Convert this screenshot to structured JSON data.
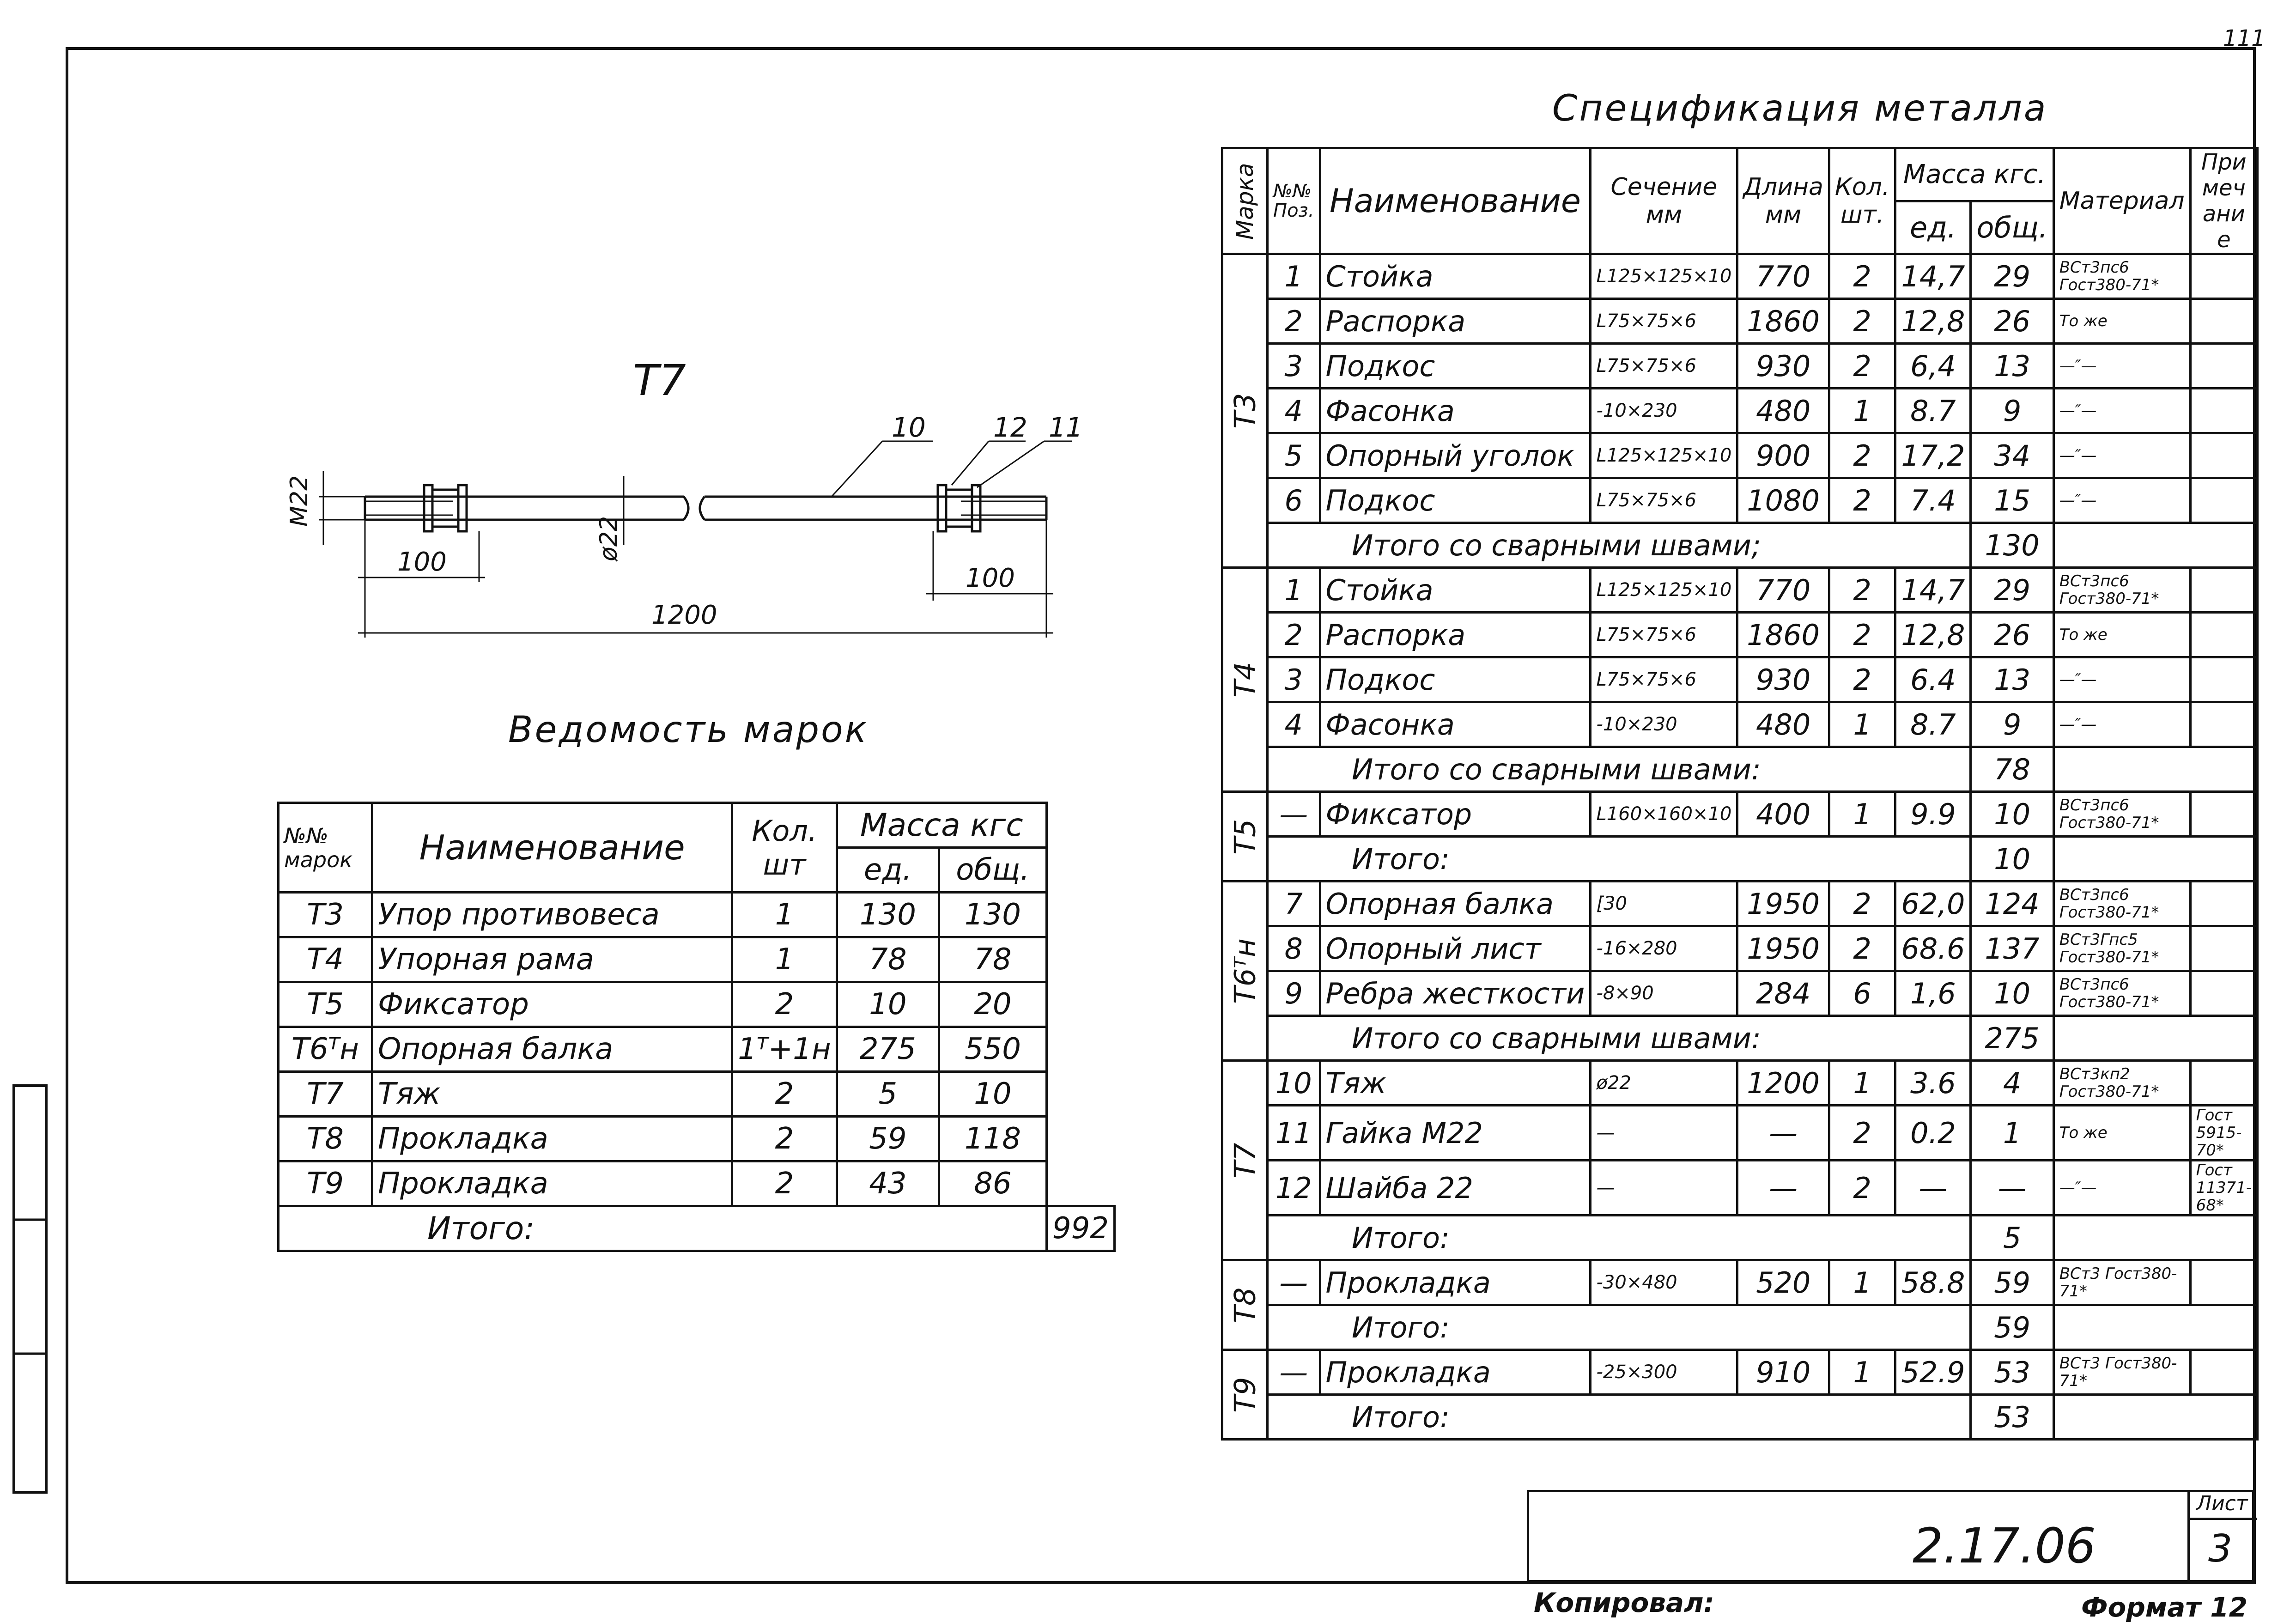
{
  "page_number": "111",
  "drawing": {
    "title": "T7",
    "callouts": [
      "10",
      "12",
      "11"
    ],
    "dims": {
      "thread": "M22",
      "diameter": "ø22",
      "left_thread_len": "100",
      "right_thread_len": "100",
      "total_len": "1200"
    }
  },
  "vedomost": {
    "title": "Ведомость марок",
    "headers": {
      "mark": "№№ марок",
      "name": "Наименование",
      "qty": "Кол. шт",
      "mass": "Масса кгс",
      "unit": "ед.",
      "total": "общ."
    },
    "rows": [
      {
        "mark": "Т3",
        "name": "Упор противовеса",
        "qty": "1",
        "unit": "130",
        "total": "130"
      },
      {
        "mark": "Т4",
        "name": "Упорная рама",
        "qty": "1",
        "unit": "78",
        "total": "78"
      },
      {
        "mark": "Т5",
        "name": "Фиксатор",
        "qty": "2",
        "unit": "10",
        "total": "20"
      },
      {
        "mark": "Т6ᵀн",
        "name": "Опорная балка",
        "qty": "1ᵀ+1н",
        "unit": "275",
        "total": "550"
      },
      {
        "mark": "Т7",
        "name": "Тяж",
        "qty": "2",
        "unit": "5",
        "total": "10"
      },
      {
        "mark": "Т8",
        "name": "Прокладка",
        "qty": "2",
        "unit": "59",
        "total": "118"
      },
      {
        "mark": "Т9",
        "name": "Прокладка",
        "qty": "2",
        "unit": "43",
        "total": "86"
      }
    ],
    "total_label": "Итого:",
    "total_value": "992"
  },
  "spec": {
    "title": "Спецификация металла",
    "headers": {
      "mark": "Марка",
      "pos": "№№ Поз.",
      "name": "Наименование",
      "section": "Сечение мм",
      "length": "Длина мм",
      "qty": "Кол. шт.",
      "mass": "Масса кгс.",
      "unit": "ед.",
      "total": "общ.",
      "material": "Материал",
      "note": "Примечание"
    },
    "groups": [
      {
        "mark": "Т3",
        "rows": [
          {
            "pos": "1",
            "name": "Стойка",
            "section": "L125×125×10",
            "length": "770",
            "qty": "2",
            "unit": "14,7",
            "total": "29",
            "material": "ВСт3пс6 Гост380-71*",
            "note": ""
          },
          {
            "pos": "2",
            "name": "Распорка",
            "section": "L75×75×6",
            "length": "1860",
            "qty": "2",
            "unit": "12,8",
            "total": "26",
            "material": "То же",
            "note": ""
          },
          {
            "pos": "3",
            "name": "Подкос",
            "section": "L75×75×6",
            "length": "930",
            "qty": "2",
            "unit": "6,4",
            "total": "13",
            "material": "—″—",
            "note": ""
          },
          {
            "pos": "4",
            "name": "Фасонка",
            "section": "-10×230",
            "length": "480",
            "qty": "1",
            "unit": "8.7",
            "total": "9",
            "material": "—″—",
            "note": ""
          },
          {
            "pos": "5",
            "name": "Опорный уголок",
            "section": "L125×125×10",
            "length": "900",
            "qty": "2",
            "unit": "17,2",
            "total": "34",
            "material": "—″—",
            "note": ""
          },
          {
            "pos": "6",
            "name": "Подкос",
            "section": "L75×75×6",
            "length": "1080",
            "qty": "2",
            "unit": "7.4",
            "total": "15",
            "material": "—″—",
            "note": ""
          }
        ],
        "total_label": "Итого со сварными швами;",
        "total_value": "130"
      },
      {
        "mark": "Т4",
        "rows": [
          {
            "pos": "1",
            "name": "Стойка",
            "section": "L125×125×10",
            "length": "770",
            "qty": "2",
            "unit": "14,7",
            "total": "29",
            "material": "ВСт3пс6 Гост380-71*",
            "note": ""
          },
          {
            "pos": "2",
            "name": "Распорка",
            "section": "L75×75×6",
            "length": "1860",
            "qty": "2",
            "unit": "12,8",
            "total": "26",
            "material": "То же",
            "note": ""
          },
          {
            "pos": "3",
            "name": "Подкос",
            "section": "L75×75×6",
            "length": "930",
            "qty": "2",
            "unit": "6.4",
            "total": "13",
            "material": "—″—",
            "note": ""
          },
          {
            "pos": "4",
            "name": "Фасонка",
            "section": "-10×230",
            "length": "480",
            "qty": "1",
            "unit": "8.7",
            "total": "9",
            "material": "—″—",
            "note": ""
          }
        ],
        "total_label": "Итого со сварными швами:",
        "total_value": "78"
      },
      {
        "mark": "Т5",
        "rows": [
          {
            "pos": "—",
            "name": "Фиксатор",
            "section": "L160×160×10",
            "length": "400",
            "qty": "1",
            "unit": "9.9",
            "total": "10",
            "material": "ВСт3пс6 Гост380-71*",
            "note": ""
          }
        ],
        "total_label": "Итого:",
        "total_value": "10"
      },
      {
        "mark": "Т6ᵀн",
        "rows": [
          {
            "pos": "7",
            "name": "Опорная балка",
            "section": "[30",
            "length": "1950",
            "qty": "2",
            "unit": "62,0",
            "total": "124",
            "material": "ВСт3пс6 Гост380-71*",
            "note": ""
          },
          {
            "pos": "8",
            "name": "Опорный лист",
            "section": "-16×280",
            "length": "1950",
            "qty": "2",
            "unit": "68.6",
            "total": "137",
            "material": "ВСт3Гпс5 Гост380-71*",
            "note": ""
          },
          {
            "pos": "9",
            "name": "Ребра жесткости",
            "section": "-8×90",
            "length": "284",
            "qty": "6",
            "unit": "1,6",
            "total": "10",
            "material": "ВСт3пс6 Гост380-71*",
            "note": ""
          }
        ],
        "total_label": "Итого со сварными швами:",
        "total_value": "275"
      },
      {
        "mark": "Т7",
        "rows": [
          {
            "pos": "10",
            "name": "Тяж",
            "section": "ø22",
            "length": "1200",
            "qty": "1",
            "unit": "3.6",
            "total": "4",
            "material": "ВСт3кп2 Гост380-71*",
            "note": ""
          },
          {
            "pos": "11",
            "name": "Гайка М22",
            "section": "—",
            "length": "—",
            "qty": "2",
            "unit": "0.2",
            "total": "1",
            "material": "То же",
            "note": "Гост 5915-70*"
          },
          {
            "pos": "12",
            "name": "Шайба 22",
            "section": "—",
            "length": "—",
            "qty": "2",
            "unit": "—",
            "total": "—",
            "material": "—″—",
            "note": "Гост 11371-68*"
          }
        ],
        "total_label": "Итого:",
        "total_value": "5"
      },
      {
        "mark": "Т8",
        "rows": [
          {
            "pos": "—",
            "name": "Прокладка",
            "section": "-30×480",
            "length": "520",
            "qty": "1",
            "unit": "58.8",
            "total": "59",
            "material": "ВСт3 Гост380-71*",
            "note": ""
          }
        ],
        "total_label": "Итого:",
        "total_value": "59"
      },
      {
        "mark": "Т9",
        "rows": [
          {
            "pos": "—",
            "name": "Прокладка",
            "section": "-25×300",
            "length": "910",
            "qty": "1",
            "unit": "52.9",
            "total": "53",
            "material": "ВСт3 Гост380-71*",
            "note": ""
          }
        ],
        "total_label": "Итого:",
        "total_value": "53"
      }
    ]
  },
  "title_block": {
    "doc_number": "2.17.06",
    "sheet_label": "Лист",
    "sheet_number": "3"
  },
  "footer": {
    "copied": "Копировал:",
    "format": "Формат 12"
  }
}
